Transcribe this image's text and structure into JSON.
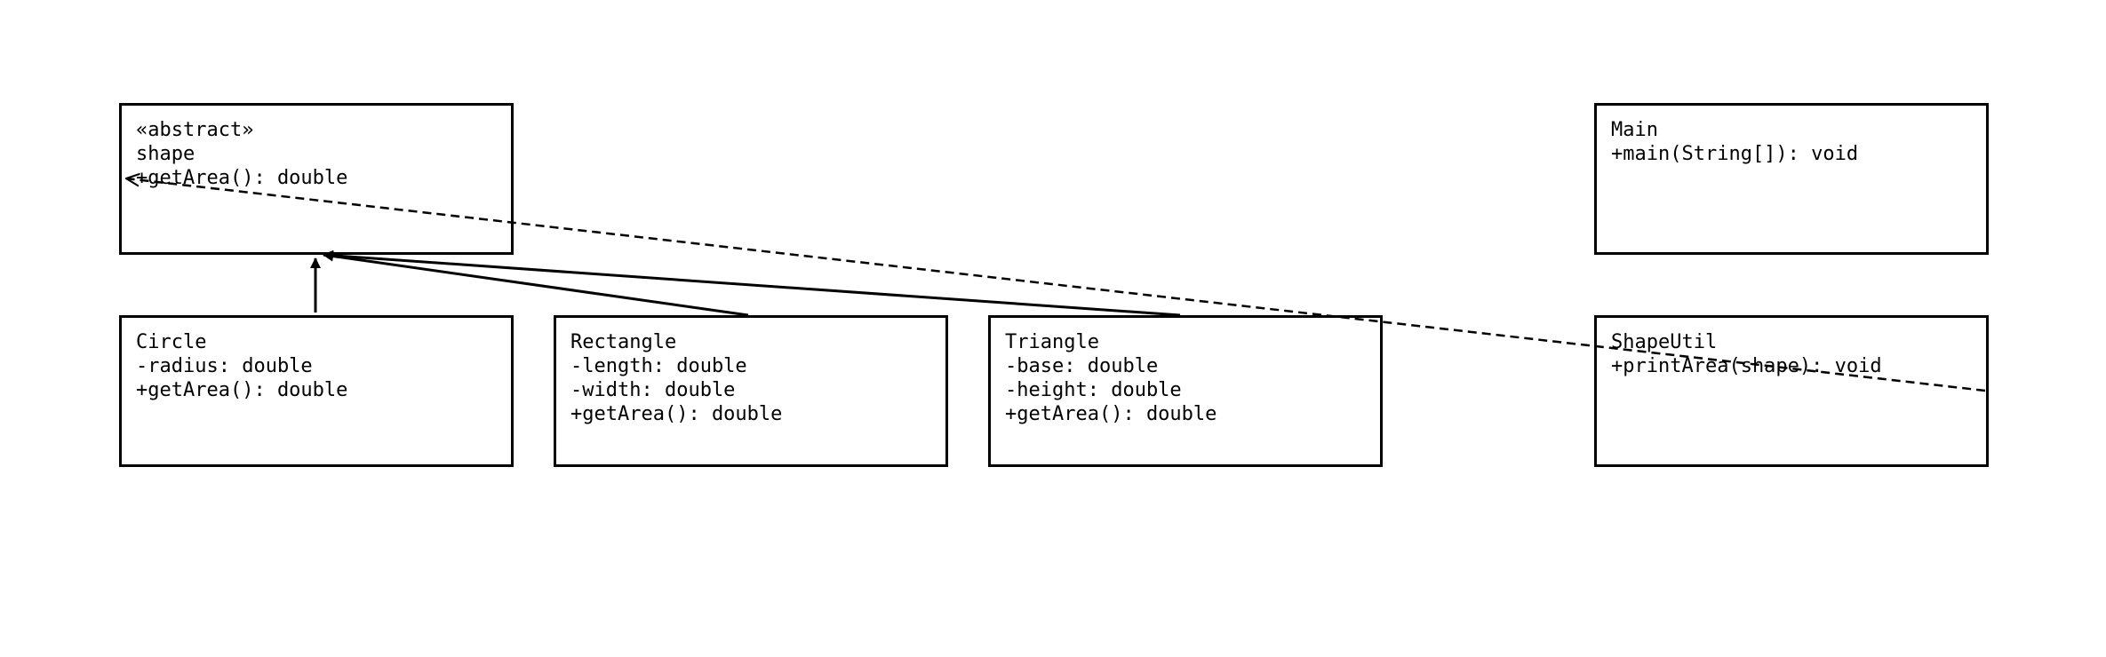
{
  "classes": {
    "shape": {
      "stereotype": "«abstract»",
      "name": "shape",
      "members": [
        "+getArea(): double"
      ]
    },
    "main": {
      "name": "Main",
      "members": [
        "+main(String[]): void"
      ]
    },
    "circle": {
      "name": "Circle",
      "members": [
        "-radius: double",
        "+getArea(): double"
      ]
    },
    "rectangle": {
      "name": "Rectangle",
      "members": [
        "-length: double",
        "-width: double",
        "+getArea(): double"
      ]
    },
    "triangle": {
      "name": "Triangle",
      "members": [
        "-base: double",
        "-height: double",
        "+getArea(): double"
      ]
    },
    "shapeutil": {
      "name": "ShapeUtil",
      "members": [
        "+printArea(shape): void"
      ]
    }
  },
  "relationships": [
    {
      "from": "Circle",
      "to": "shape",
      "type": "inheritance"
    },
    {
      "from": "Rectangle",
      "to": "shape",
      "type": "inheritance"
    },
    {
      "from": "Triangle",
      "to": "shape",
      "type": "inheritance"
    },
    {
      "from": "ShapeUtil",
      "to": "shape",
      "type": "dependency"
    }
  ],
  "colors": {
    "line": "#000000",
    "background": "#ffffff"
  }
}
